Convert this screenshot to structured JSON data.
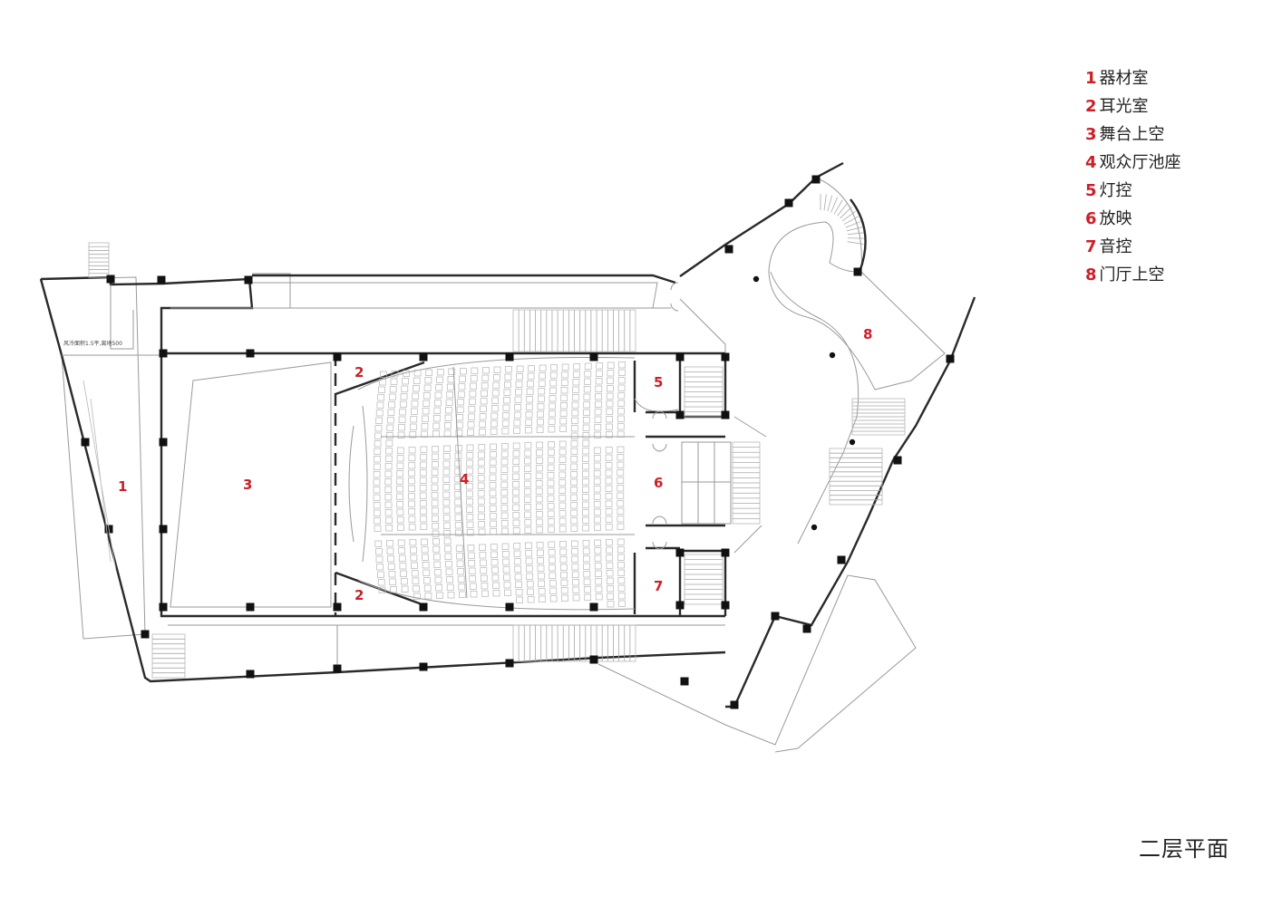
{
  "title": "二层平面",
  "accent_color": "#cc1f27",
  "legend": [
    {
      "num": "1",
      "label": "器材室"
    },
    {
      "num": "2",
      "label": "耳光室"
    },
    {
      "num": "3",
      "label": "舞台上空"
    },
    {
      "num": "4",
      "label": "观众厅池座"
    },
    {
      "num": "5",
      "label": "灯控"
    },
    {
      "num": "6",
      "label": "放映"
    },
    {
      "num": "7",
      "label": "音控"
    },
    {
      "num": "8",
      "label": "门厅上空"
    }
  ],
  "plan_labels": [
    "1",
    "2",
    "3",
    "4",
    "2",
    "5",
    "6",
    "7",
    "8"
  ],
  "annotation": "风冷面积1.5平,离地500"
}
